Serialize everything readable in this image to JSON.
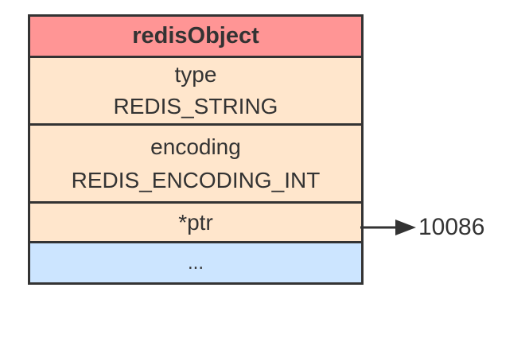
{
  "struct": {
    "title": "redisObject",
    "fields": {
      "type": {
        "name": "type",
        "value": "REDIS_STRING"
      },
      "encoding": {
        "name": "encoding",
        "value": "REDIS_ENCODING_INT"
      },
      "ptr": {
        "name": "*ptr"
      },
      "rest": {
        "label": "..."
      }
    }
  },
  "pointer_target": {
    "value": "10086"
  },
  "colors": {
    "header_fill": "#ff9595",
    "field_fill": "#ffe6cc",
    "rest_fill": "#cce5ff",
    "stroke": "#333333",
    "text": "#333333"
  }
}
